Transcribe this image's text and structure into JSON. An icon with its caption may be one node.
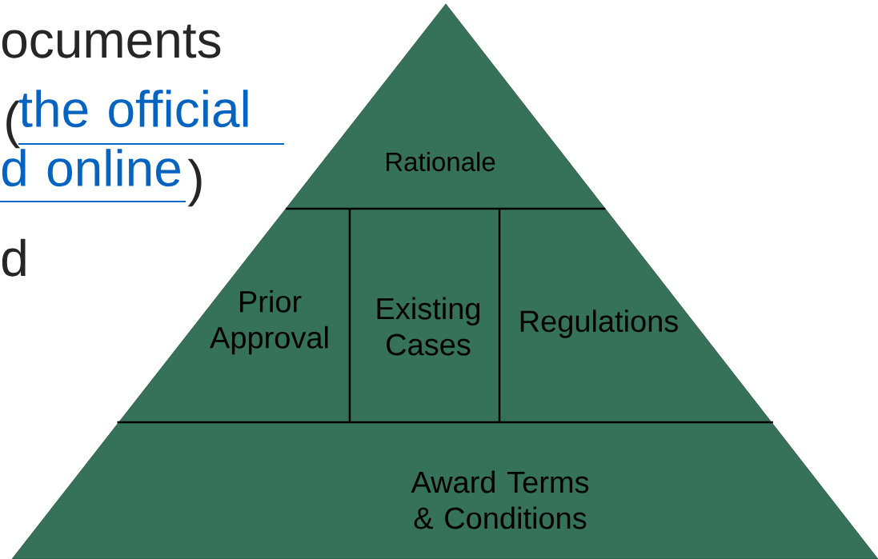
{
  "diagram": {
    "nodes": [
      {
        "text": [
          "Rationale"
        ]
      },
      {
        "text": [
          "Prior Approval"
        ]
      },
      {
        "text": [
          "Existing Cases"
        ]
      },
      {
        "text": [
          "Regulations"
        ]
      },
      {
        "text": [
          "Award Terms & Conditions"
        ]
      }
    ],
    "labels": [
      "ocuments",
      "(",
      "the official d online",
      ")",
      "d"
    ]
  }
}
